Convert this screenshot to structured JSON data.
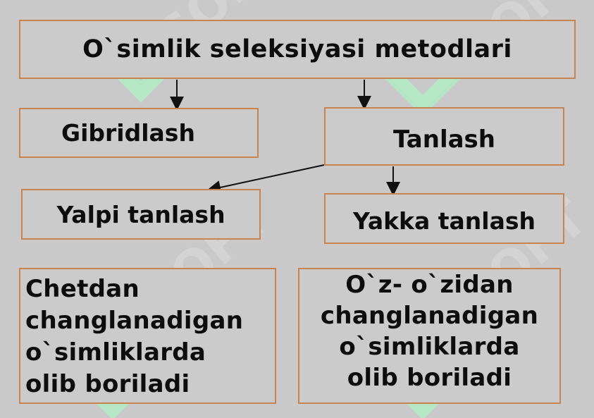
{
  "diagram": {
    "root": "O`simlik seleksiyasi metodlari",
    "method_hybridization": "Gibridlash",
    "method_selection": "Tanlash",
    "mass_selection": "Yalpi tanlash",
    "individual_selection": "Yakka tanlash",
    "cross_pollinated_note": [
      "Chetdan",
      "changlanadigan",
      "o`simliklarda",
      "olib boriladi"
    ],
    "self_pollinated_note": [
      "O`z- o`zidan",
      "changlanadigan",
      "o`simliklarda",
      "olib boriladi"
    ]
  },
  "colors": {
    "background": "#c9c9c9",
    "box_border": "#c8844e",
    "watermark": "#b4f0c8",
    "text": "#0d0d0d"
  }
}
